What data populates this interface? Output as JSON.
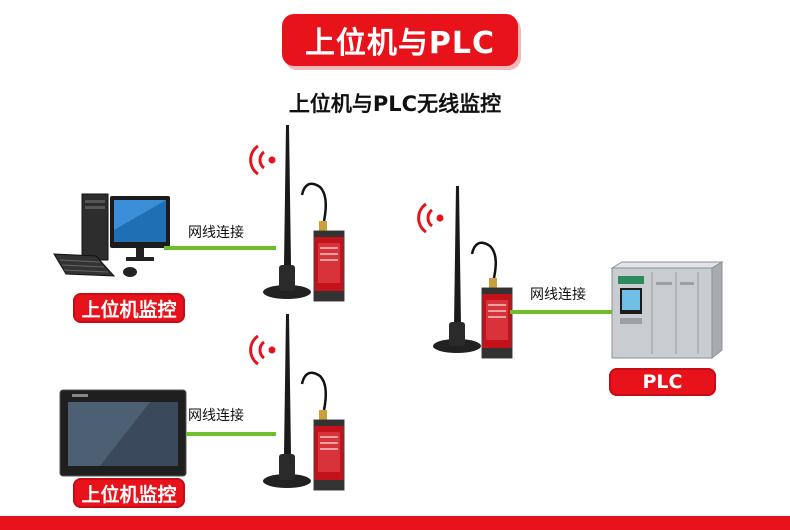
{
  "header": {
    "title": "上位机与PLC"
  },
  "diagram": {
    "subtitle": "上位机与PLC无线监控",
    "link_label": "网线连接",
    "pc_label": "上位机监控",
    "hmi_label": "上位机监控",
    "plc_label": "PLC"
  },
  "colors": {
    "accent_red": "#e8121a",
    "link_green": "#6fbe2b"
  },
  "icons": {
    "computer": "desktop-computer-icon",
    "touch_panel": "touch-panel-icon",
    "antenna": "wireless-antenna-icon",
    "signal": "wireless-signal-icon",
    "plc": "plc-controller-icon"
  }
}
